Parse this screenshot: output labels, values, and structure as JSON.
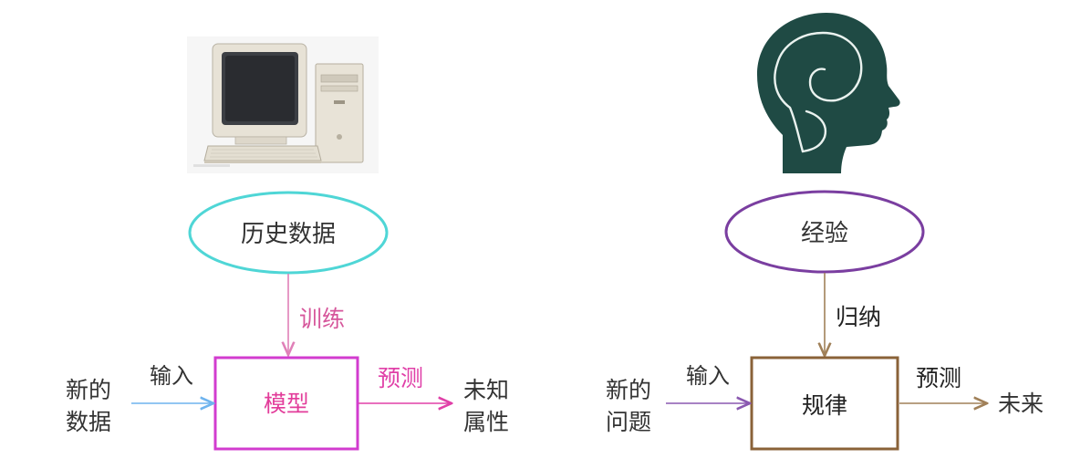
{
  "left_diagram": {
    "source_label": "历史数据",
    "train_label": "训练",
    "box_label": "模型",
    "input_text_line1": "新的",
    "input_text_line2": "数据",
    "input_label": "输入",
    "predict_label": "预测",
    "output_line1": "未知",
    "output_line2": "属性",
    "colors": {
      "ellipse": "#4fd6d6",
      "train_text": "#d6569b",
      "train_arrow": "#e080b8",
      "box": "#d23ccf",
      "box_text": "#e23c9a",
      "input_arrow": "#6fb4ee",
      "predict": "#e040a8"
    }
  },
  "right_diagram": {
    "source_label": "经验",
    "induce_label": "归纳",
    "box_label": "规律",
    "input_text_line1": "新的",
    "input_text_line2": "问题",
    "input_label": "输入",
    "predict_label": "预测",
    "output_label": "未来",
    "colors": {
      "ellipse": "#7a3ea0",
      "box": "#8a6238",
      "arrow": "#a08058",
      "input_arrow": "#8a58b0",
      "head": "#1f4a44"
    }
  },
  "images": {
    "computer": "computer-illustration",
    "head": "head-brain-silhouette"
  }
}
